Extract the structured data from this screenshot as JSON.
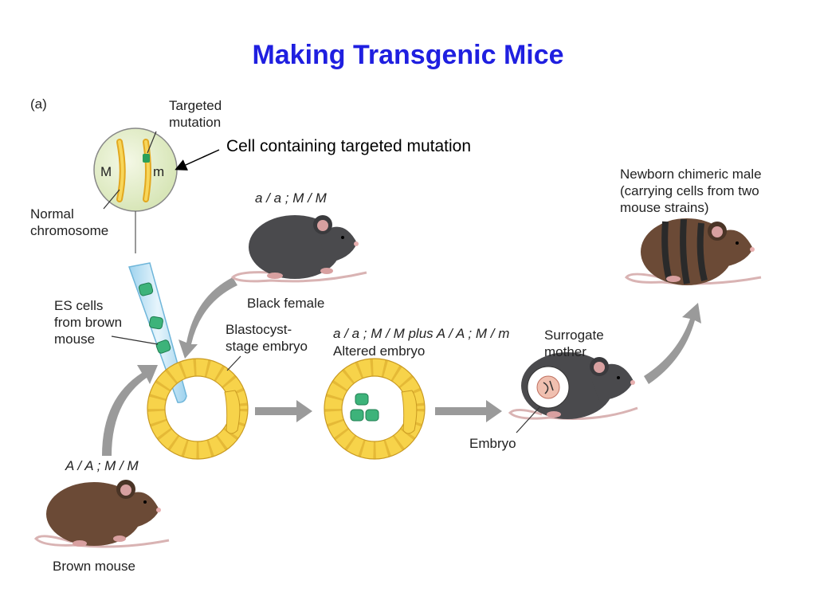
{
  "title": "Making Transgenic Mice",
  "panel_label": "(a)",
  "labels": {
    "targeted_mutation": [
      "Targeted",
      "mutation"
    ],
    "chromosome_M": "M",
    "chromosome_m": "m",
    "normal_chromosome": [
      "Normal",
      "chromosome"
    ],
    "cell_callout": "Cell containing targeted mutation",
    "es_cells": [
      "ES cells",
      "from brown",
      "mouse"
    ],
    "black_female_genotype": "a / a ; M / M",
    "black_female": "Black female",
    "blastocyst": [
      "Blastocyst-",
      "stage embryo"
    ],
    "altered_genotype": "a / a ; M / M plus A / A ; M / m",
    "altered_embryo": "Altered embryo",
    "surrogate": [
      "Surrogate",
      "mother"
    ],
    "embryo": "Embryo",
    "newborn": [
      "Newborn chimeric male",
      "(carrying cells from two",
      "mouse strains)"
    ],
    "brown_genotype": "A / A ; M / M",
    "brown_mouse": "Brown mouse"
  },
  "colors": {
    "title": "#1f1fe0",
    "cell_fill": "#e6f0c8",
    "chromosome": "#f2c230",
    "mutation_band": "#2aa05a",
    "tube": "#bfe3f5",
    "blastocyst_cell": "#f7d34a",
    "es_cell": "#3db37a",
    "arrow": "#9a9a9a",
    "black_mouse": "#4a4a4d",
    "brown_mouse": "#6b4a36",
    "tail": "#d9b3b3"
  }
}
